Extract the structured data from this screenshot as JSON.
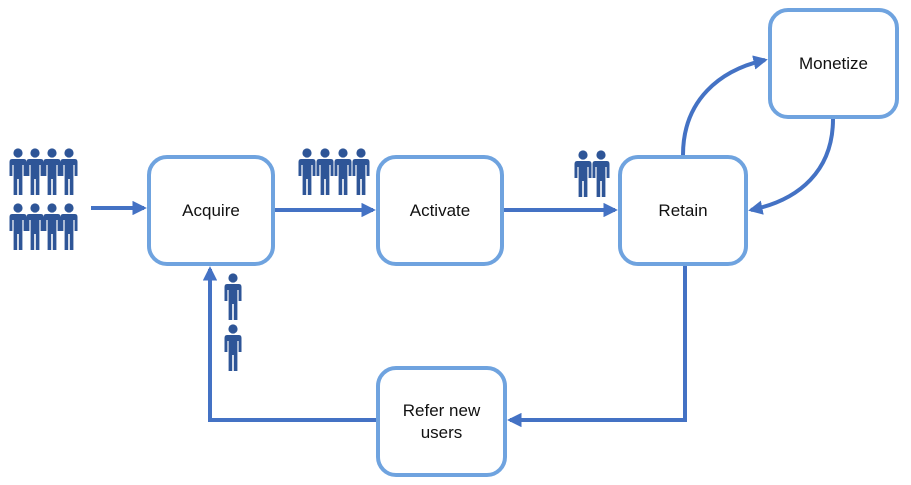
{
  "colors": {
    "arrow": "#4472c4",
    "node_border": "#6fa3df",
    "person": "#2e5597"
  },
  "icons": {
    "person": "person-icon",
    "group": "user-group-icon"
  },
  "nodes": {
    "acquire": "Acquire",
    "activate": "Activate",
    "retain": "Retain",
    "monetize": "Monetize",
    "refer": "Refer new\nusers"
  }
}
